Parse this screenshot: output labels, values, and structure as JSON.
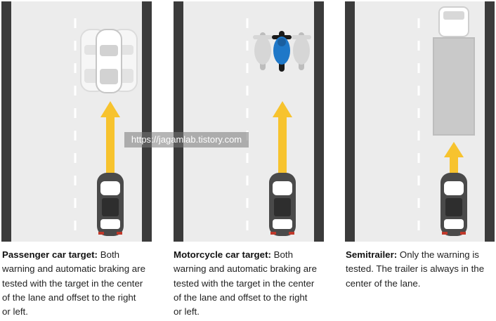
{
  "panels": [
    {
      "id": "passenger",
      "title": "Passenger car target:",
      "text": " Both warning and automatic braking are tested with the target in the center of the lane and offset to the right or left."
    },
    {
      "id": "motorcycle",
      "title": "Motorcycle car target:",
      "text": " Both warning and automatic braking are tested with the target in the center of the lane and offset to the right or left."
    },
    {
      "id": "semitrailer",
      "title": "Semitrailer:",
      "text": " Only the warning is tested. The trailer is always in the center of the lane."
    }
  ],
  "watermark": "https://jagamlab.tistory.com",
  "colors": {
    "road": "#ececec",
    "edge": "#3b3b3b",
    "arrow": "#f7c32e",
    "car": "#4a4a4a",
    "motorcycle": "#1f78c8",
    "ghost": "#d6d6d6"
  }
}
